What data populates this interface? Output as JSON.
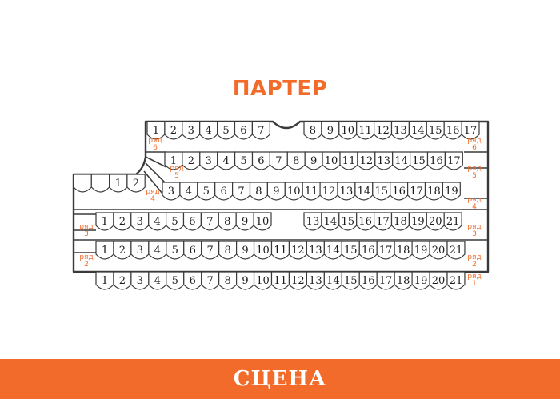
{
  "colors": {
    "accent": "#f26b2a",
    "line": "#3a3a3a",
    "background": "#ffffff"
  },
  "hall_title": "ПАРТЕР",
  "stage_label": "СЦЕНА",
  "row_word": "ряд",
  "rows": [
    {
      "row": "6",
      "left_label": "ряд 6",
      "right_label": "ряд 6",
      "blocks": [
        [
          "1",
          "2",
          "3",
          "4",
          "5",
          "6",
          "7"
        ],
        [
          "8",
          "9",
          "10",
          "11",
          "12",
          "13",
          "14",
          "15",
          "16",
          "17"
        ]
      ]
    },
    {
      "row": "5",
      "left_label": "ряд 5",
      "right_label": "ряд 5",
      "blocks": [
        [
          "1",
          "2",
          "3",
          "4",
          "5",
          "6",
          "7",
          "8",
          "9",
          "10",
          "11",
          "12",
          "13",
          "14",
          "15",
          "16",
          "17"
        ]
      ]
    },
    {
      "row": "4",
      "left_label": "ряд 4",
      "right_label": "ряд 4",
      "blocks": [
        [
          "",
          "",
          "1",
          "2"
        ],
        [
          "3",
          "4",
          "5",
          "6",
          "7",
          "8",
          "9",
          "10",
          "11",
          "12",
          "13",
          "14",
          "15",
          "16",
          "17",
          "18",
          "19"
        ]
      ]
    },
    {
      "row": "3",
      "left_label": "ряд 3",
      "right_label": "ряд 3",
      "blocks": [
        [
          "1",
          "2",
          "3",
          "4",
          "5",
          "6",
          "7",
          "8",
          "9",
          "10"
        ],
        [
          "13",
          "14",
          "15",
          "16",
          "17",
          "18",
          "19",
          "20",
          "21"
        ]
      ]
    },
    {
      "row": "2",
      "left_label": "ряд 2",
      "right_label": "ряд 2",
      "blocks": [
        [
          "1",
          "2",
          "3",
          "4",
          "5",
          "6",
          "7",
          "8",
          "9",
          "10",
          "11",
          "12",
          "13",
          "14",
          "15",
          "16",
          "17",
          "18",
          "19",
          "20",
          "21"
        ]
      ]
    },
    {
      "row": "1",
      "right_label": "ряд 1",
      "blocks": [
        [
          "1",
          "2",
          "3",
          "4",
          "5",
          "6",
          "7",
          "8",
          "9",
          "10",
          "11",
          "12",
          "13",
          "14",
          "15",
          "16",
          "17",
          "18",
          "19",
          "20",
          "21"
        ]
      ]
    }
  ]
}
